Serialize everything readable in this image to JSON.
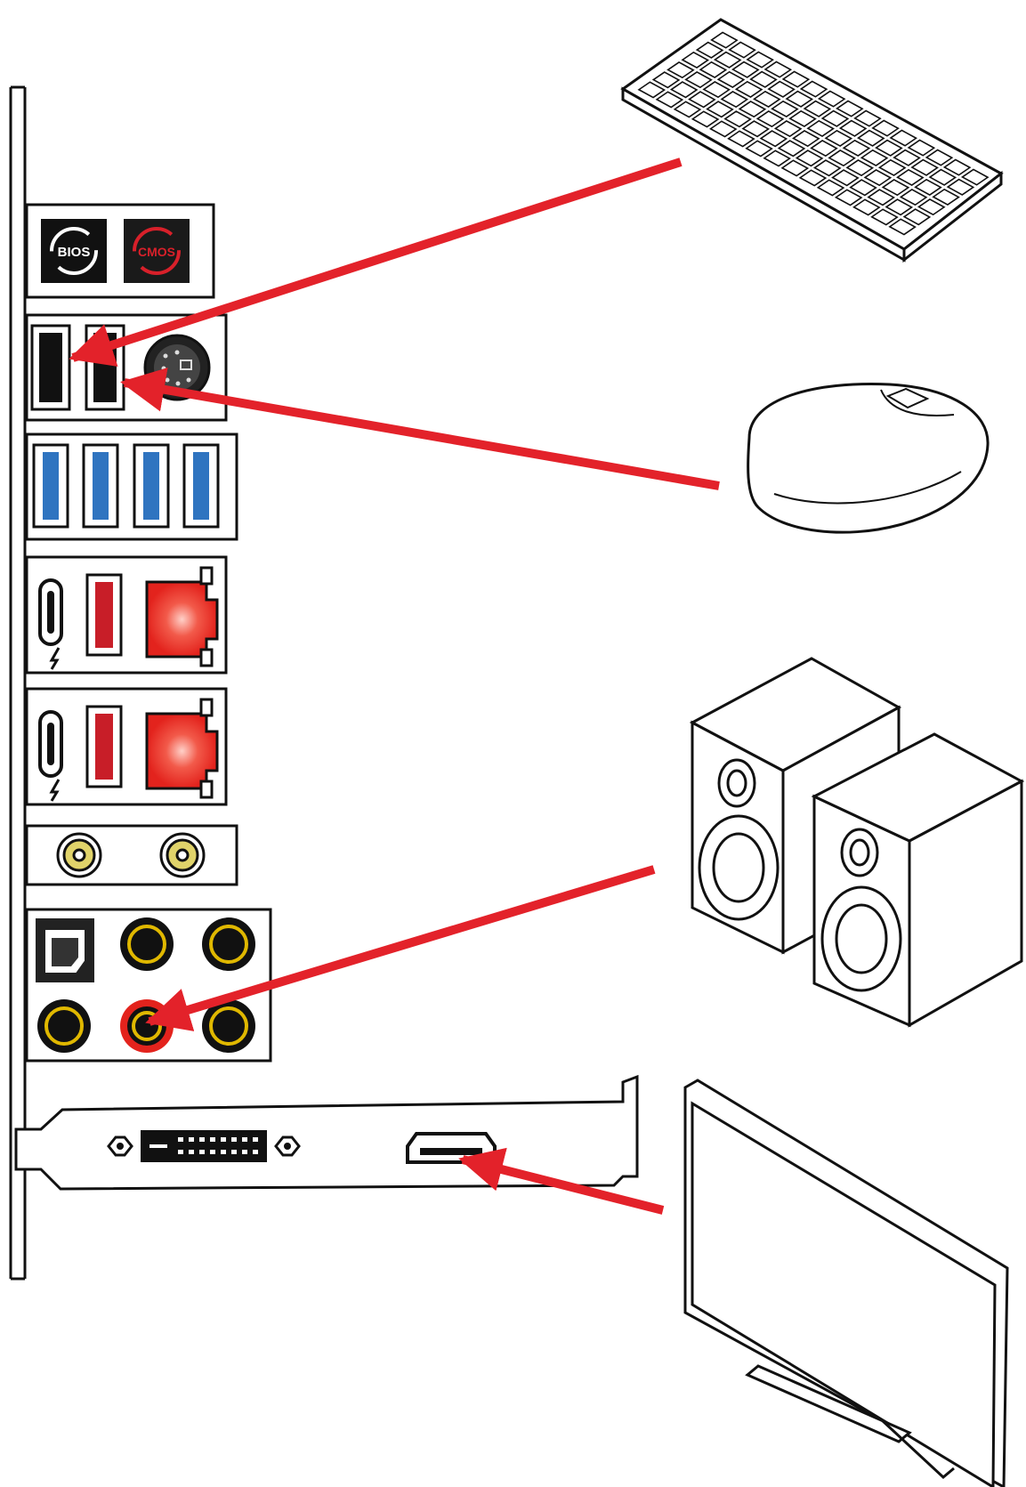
{
  "io_panel": {
    "buttons": [
      {
        "label": "BIOS",
        "icon": "bios-flashback-icon",
        "color": "#111111",
        "text_color": "#ffffff"
      },
      {
        "label": "CMOS",
        "icon": "clear-cmos-icon",
        "color": "#1a1a1a",
        "text_color": "#d8202a"
      }
    ],
    "port_colors": {
      "usb2": "#111111",
      "usb3": "#2f74c0",
      "usb_red": "#c81e28",
      "lan": "#e3231d",
      "antenna": "#e0d36a",
      "audio_ring": "#e0b800",
      "audio_highlight": "#e3231d"
    }
  },
  "devices": [
    {
      "name": "keyboard",
      "icon": "keyboard-icon",
      "target": "usb-port-a"
    },
    {
      "name": "mouse",
      "icon": "mouse-icon",
      "target": "usb-port-b"
    },
    {
      "name": "speakers",
      "icon": "speakers-icon",
      "target": "audio-line-out"
    },
    {
      "name": "monitor",
      "icon": "monitor-icon",
      "target": "hdmi-port"
    }
  ],
  "arrow_color": "#e3222a"
}
